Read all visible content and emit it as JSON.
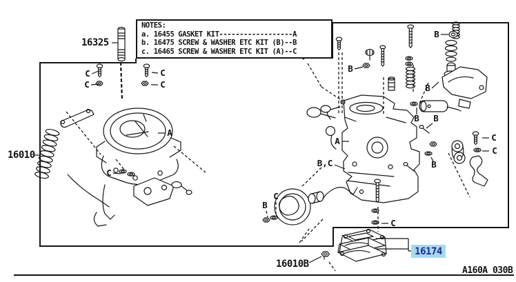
{
  "colors": {
    "line": "#141414",
    "highlight_bg": "#a9d9ec",
    "highlight_text": "#1c2e8e"
  },
  "notes_box": {
    "title": "NOTES:",
    "lines": [
      "a. 16455 GASKET KIT------------------A",
      "b. 16475 SCREW & WASHER ETC KIT (B)--B",
      "c. 16465 SCREW & WASHER ETC KIT (A)--C"
    ]
  },
  "part_labels": {
    "stud_16325": "16325",
    "assembly_16010": "16010",
    "bolt_16010b": "16010B",
    "insulator_16174": "16174",
    "diagram_code": "A160A 030B"
  },
  "callouts": [
    "C",
    "C",
    "C",
    "C",
    "A",
    "C",
    "B",
    "B",
    "B",
    "B",
    "B",
    "B",
    "C",
    "C",
    "A",
    "B,C",
    "B",
    "C",
    "C"
  ]
}
